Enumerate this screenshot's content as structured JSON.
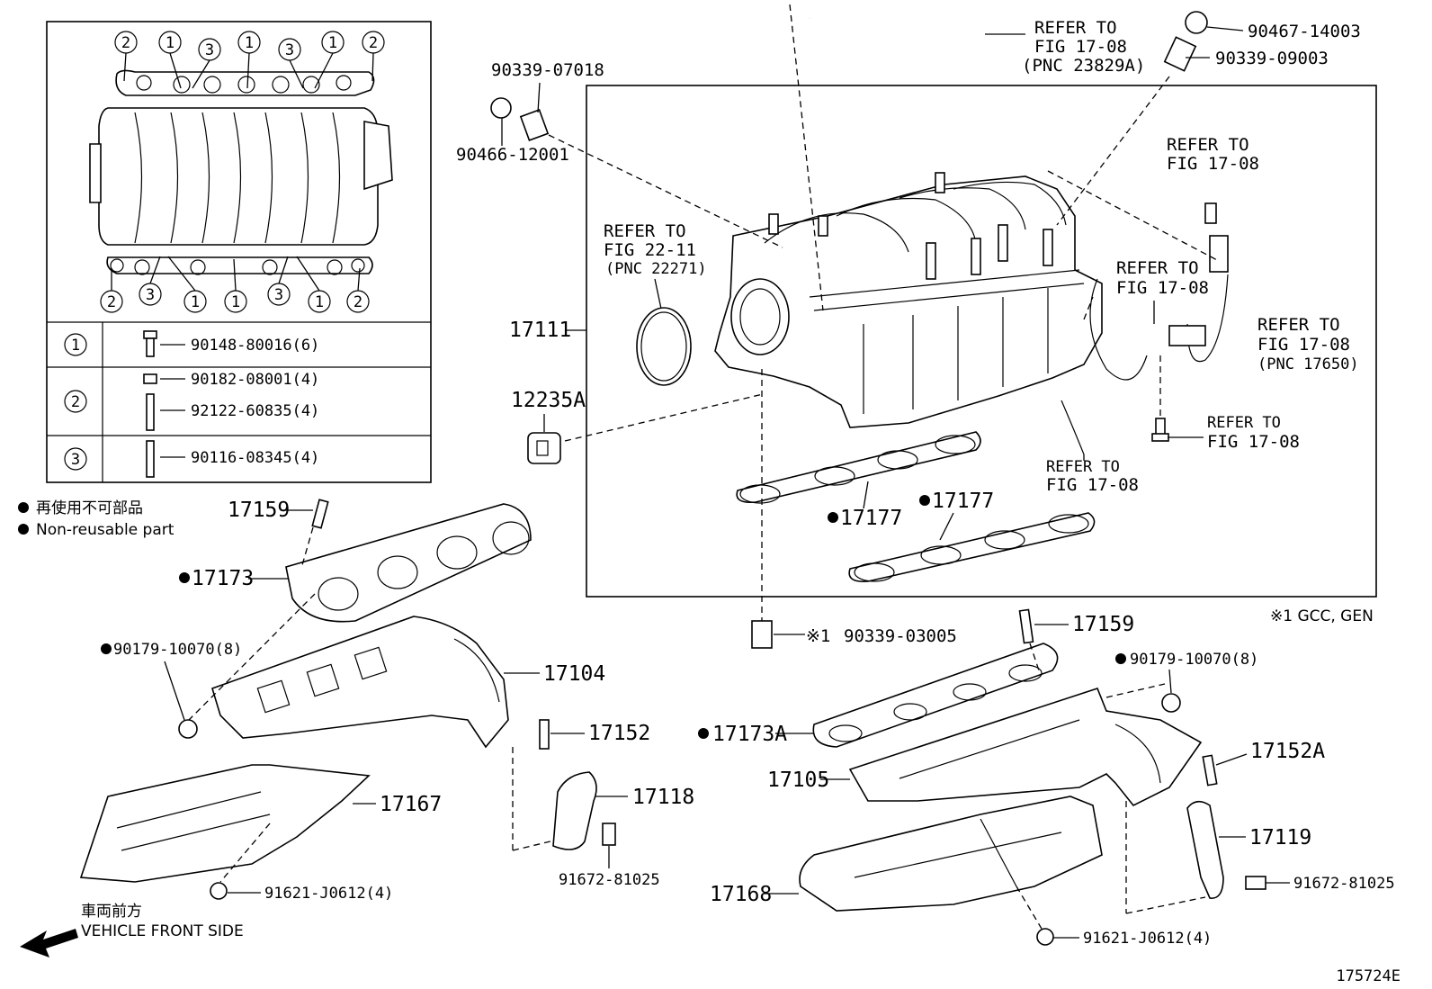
{
  "diagram_id": "175724E",
  "legend": {
    "non_reusable_jp": "再使用不可部品",
    "non_reusable_en": "Non-reusable part",
    "front_jp": "車両前方",
    "front_en": "VEHICLE FRONT SIDE",
    "note_gcc": "※1 GCC, GEN"
  },
  "bolt_table": {
    "row1": {
      "key": "1",
      "parts": [
        "90148-80016(6)"
      ]
    },
    "row2": {
      "key": "2",
      "parts": [
        "90182-08001(4)",
        "92122-60835(4)"
      ]
    },
    "row3": {
      "key": "3",
      "parts": [
        "90116-08345(4)"
      ]
    }
  },
  "inset_callouts": {
    "top": [
      "2",
      "1",
      "3",
      "1",
      "3",
      "1",
      "2"
    ],
    "bottom": [
      "2",
      "3",
      "1",
      "1",
      "3",
      "1",
      "2"
    ]
  },
  "parts": {
    "p17111": "17111",
    "p12235A": "12235A",
    "p17177a": "17177",
    "p17177b": "17177",
    "p17159a": "17159",
    "p17159b": "17159",
    "p17173": "17173",
    "p17173A": "17173A",
    "p17104": "17104",
    "p17105": "17105",
    "p17152": "17152",
    "p17152A": "17152A",
    "p17118": "17118",
    "p17119": "17119",
    "p17167": "17167",
    "p17168": "17168",
    "p90179a": "90179-10070(8)",
    "p90179b": "90179-10070(8)",
    "p91621a": "91621-J0612(4)",
    "p91621b": "91621-J0612(4)",
    "p91672a": "91672-81025",
    "p91672b": "91672-81025",
    "p90339_07018": "90339-07018",
    "p90466_12001": "90466-12001",
    "p90467_14003": "90467-14003",
    "p90339_09003": "90339-09003",
    "p90339_03005": "90339-03005",
    "p90339_03005_mark": "※1"
  },
  "refs": {
    "r1": {
      "line1": "REFER TO",
      "line2": "FIG 17-08",
      "line3": "(PNC 23829A)"
    },
    "r2": {
      "line1": "REFER TO",
      "line2": "FIG 22-11",
      "line3": "(PNC 22271)"
    },
    "r3": {
      "line1": "REFER TO",
      "line2": "FIG 17-08"
    },
    "r4": {
      "line1": "REFER TO",
      "line2": "FIG 17-08"
    },
    "r5": {
      "line1": "REFER TO",
      "line2": "FIG 17-08",
      "line3": "(PNC 17650)"
    },
    "r6": {
      "line1": "REFER TO",
      "line2": "FIG 17-08"
    },
    "r7": {
      "line1": "REFER TO",
      "line2": "FIG 17-08"
    }
  }
}
